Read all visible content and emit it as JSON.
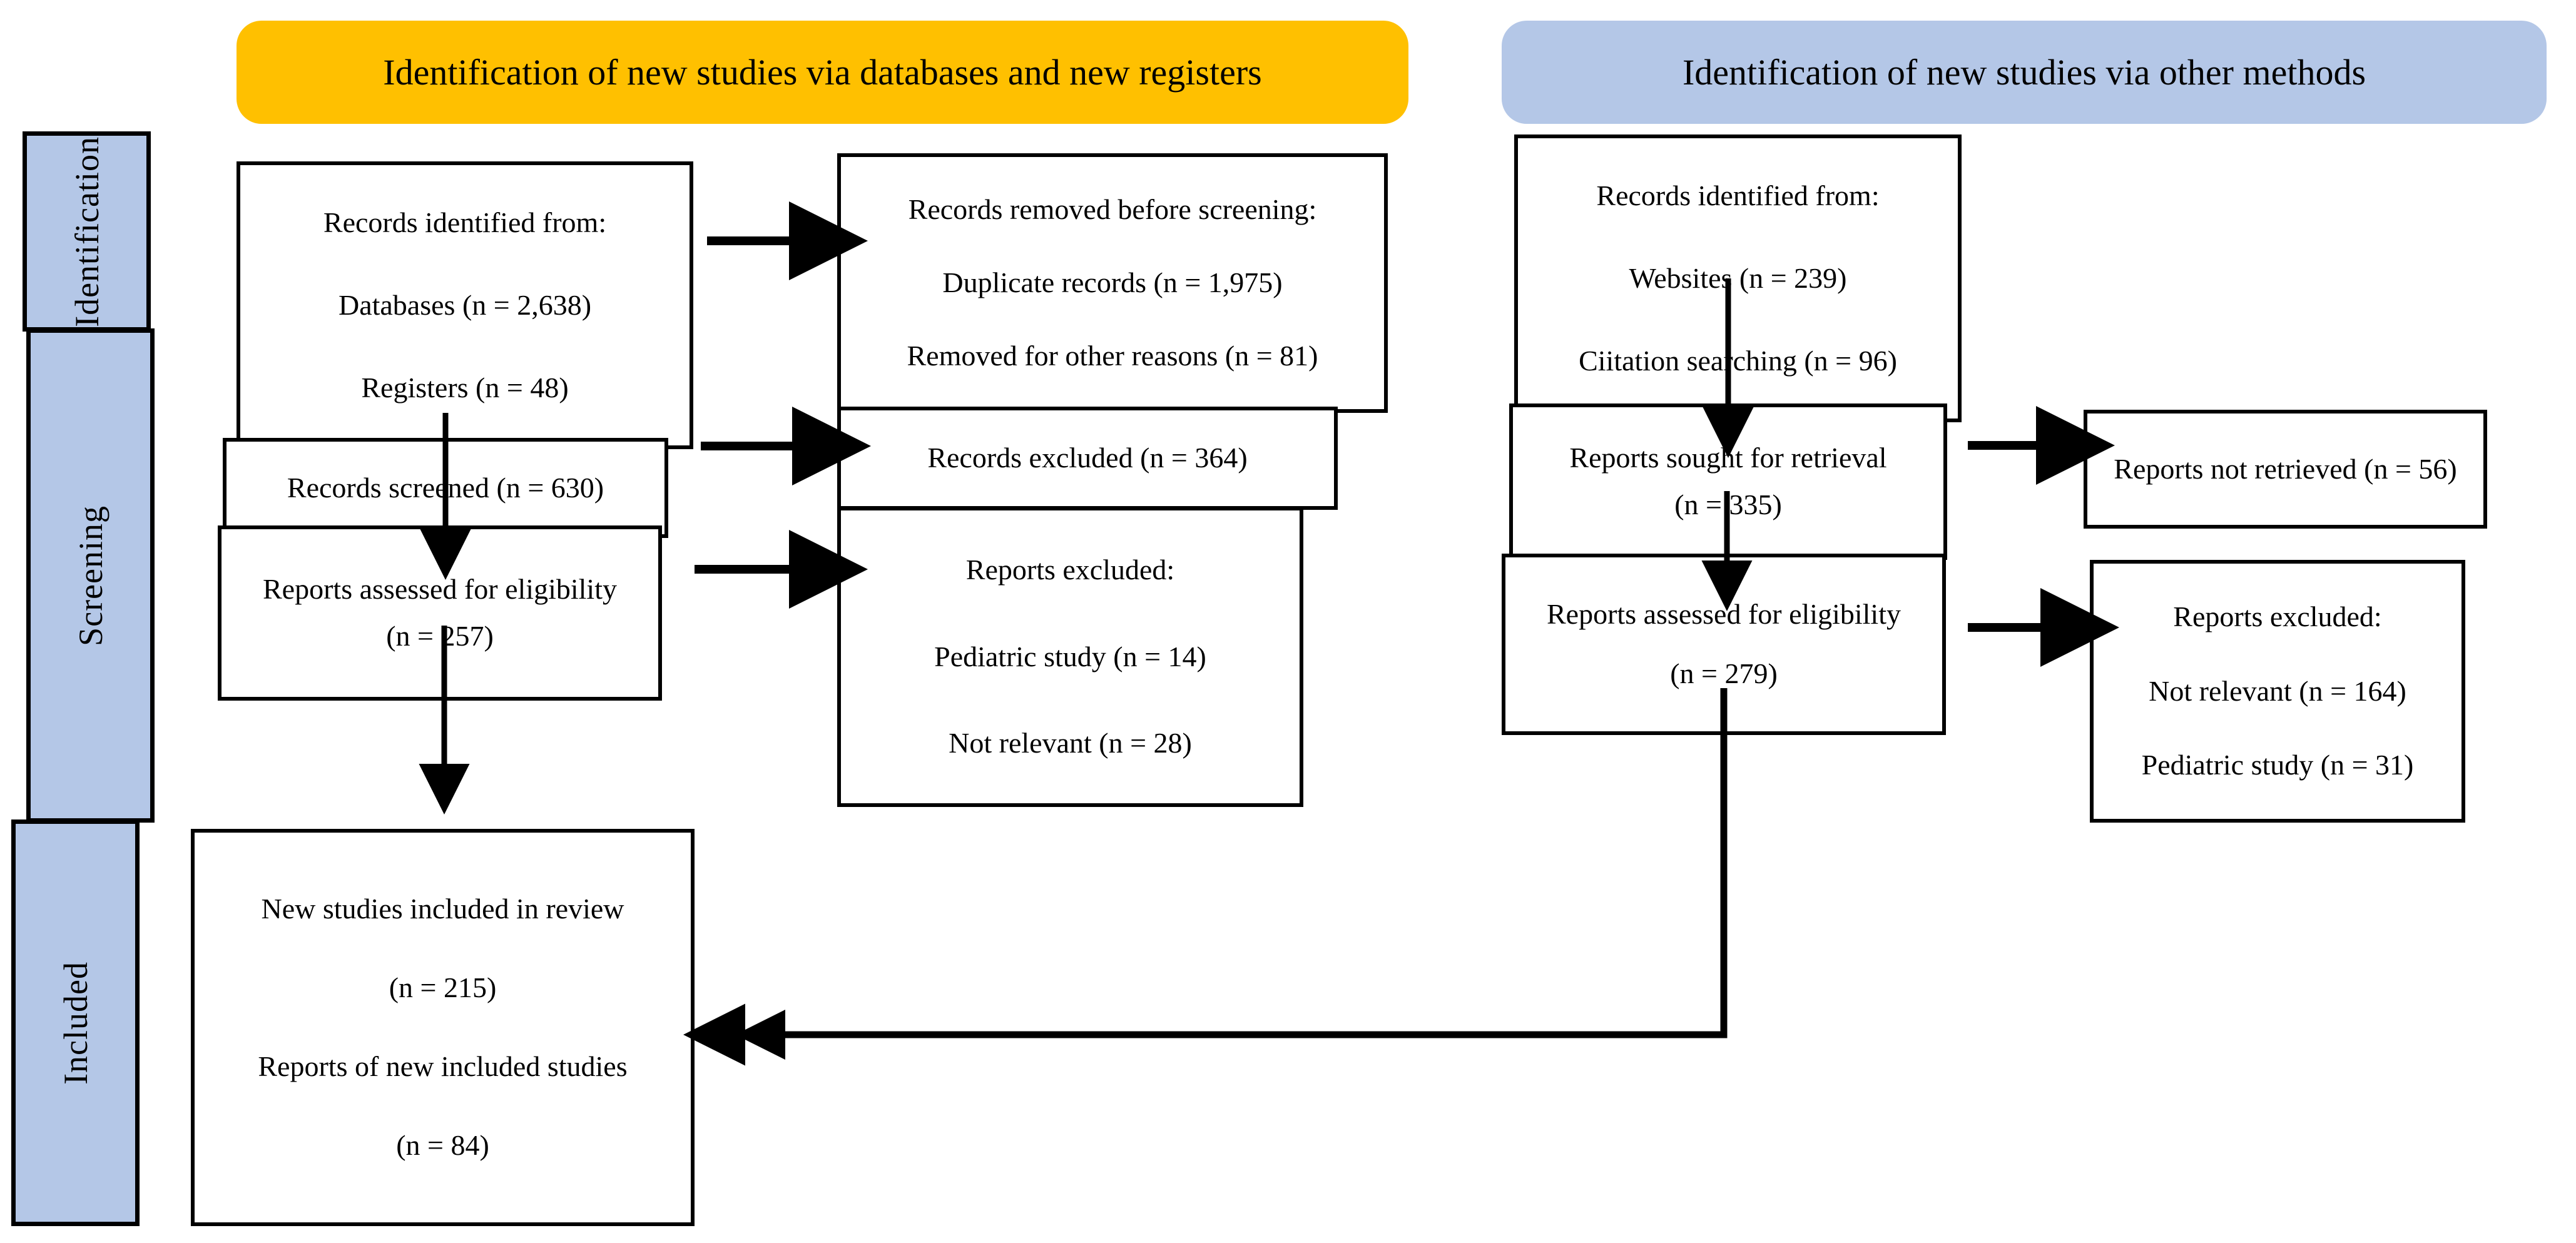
{
  "diagram": {
    "title_orange": "Identification of new studies via databases and new registers",
    "title_blue": "Identification of new studies via other methods",
    "colors": {
      "orange_header": "#FFC000",
      "blue_header": "#B4C7E7",
      "stage_bar": "#B4C7E7",
      "border": "#000000",
      "text": "#000000"
    }
  },
  "stages": [
    {
      "label": "Identification"
    },
    {
      "label": "Screening"
    },
    {
      "label": "Included"
    }
  ],
  "boxes": {
    "db_identified": {
      "lines": [
        "Records identified from:",
        "Databases (n = 2,638)",
        "Registers (n = 48)"
      ]
    },
    "db_removed": {
      "lines": [
        "Records removed before screening:",
        "Duplicate records (n = 1,975)",
        "Removed for other reasons (n = 81)"
      ]
    },
    "db_screened": {
      "lines": [
        "Records screened (n = 630)"
      ]
    },
    "db_records_excluded": {
      "lines": [
        "Records excluded (n = 364)"
      ]
    },
    "db_assessed": {
      "lines": [
        "Reports assessed for eligibility",
        "(n = 257)"
      ]
    },
    "db_reports_excluded": {
      "lines": [
        "Reports excluded:",
        "Pediatric study (n = 14)",
        "Not relevant (n = 28)"
      ]
    },
    "other_identified": {
      "lines": [
        "Records identified from:",
        "Websites (n = 239)",
        "Ciitation searching (n = 96)"
      ]
    },
    "other_sought": {
      "lines": [
        "Reports sought for retrieval",
        "(n = 335)"
      ]
    },
    "other_not_retrieved": {
      "lines": [
        "Reports not retrieved (n = 56)"
      ]
    },
    "other_assessed": {
      "lines": [
        "Reports assessed for eligibility",
        "(n = 279)"
      ]
    },
    "other_reports_excluded": {
      "lines": [
        "Reports excluded:",
        "Not relevant (n = 164)",
        "Pediatric study (n = 31)"
      ]
    },
    "included": {
      "lines": [
        "New studies included in review",
        "(n = 215)",
        "Reports of new included studies",
        "(n = 84)"
      ]
    }
  },
  "chart_data": {
    "type": "diagram",
    "title": "PRISMA 2020 flow diagram for new systematic reviews which included searches of databases, registers and other sources",
    "nodes": [
      {
        "id": "db_identified",
        "label": "Records identified from: Databases (n = 2,638); Registers (n = 48)",
        "column": "databases",
        "stage": "Identification",
        "values": {
          "Databases": 2638,
          "Registers": 48
        }
      },
      {
        "id": "db_removed",
        "label": "Records removed before screening: Duplicate records (n = 1,975); Removed for other reasons (n = 81)",
        "column": "databases-exclusion",
        "stage": "Identification",
        "values": {
          "Duplicate records": 1975,
          "Removed for other reasons": 81
        }
      },
      {
        "id": "db_screened",
        "label": "Records screened (n = 630)",
        "column": "databases",
        "stage": "Screening",
        "values": {
          "n": 630
        }
      },
      {
        "id": "db_records_excluded",
        "label": "Records excluded (n = 364)",
        "column": "databases-exclusion",
        "stage": "Screening",
        "values": {
          "n": 364
        }
      },
      {
        "id": "db_assessed",
        "label": "Reports assessed for eligibility (n = 257)",
        "column": "databases",
        "stage": "Screening",
        "values": {
          "n": 257
        }
      },
      {
        "id": "db_reports_excluded",
        "label": "Reports excluded: Pediatric study (n = 14); Not relevant (n = 28)",
        "column": "databases-exclusion",
        "stage": "Screening",
        "values": {
          "Pediatric study": 14,
          "Not relevant": 28
        }
      },
      {
        "id": "other_identified",
        "label": "Records identified from: Websites (n = 239); Ciitation searching (n = 96)",
        "column": "other",
        "stage": "Identification",
        "values": {
          "Websites": 239,
          "Ciitation searching": 96
        }
      },
      {
        "id": "other_sought",
        "label": "Reports sought for retrieval (n = 335)",
        "column": "other",
        "stage": "Screening",
        "values": {
          "n": 335
        }
      },
      {
        "id": "other_not_retrieved",
        "label": "Reports not retrieved (n = 56)",
        "column": "other-exclusion",
        "stage": "Screening",
        "values": {
          "n": 56
        }
      },
      {
        "id": "other_assessed",
        "label": "Reports assessed for eligibility (n = 279)",
        "column": "other",
        "stage": "Screening",
        "values": {
          "n": 279
        }
      },
      {
        "id": "other_reports_excluded",
        "label": "Reports excluded: Not relevant (n = 164); Pediatric study (n = 31)",
        "column": "other-exclusion",
        "stage": "Screening",
        "values": {
          "Not relevant": 164,
          "Pediatric study": 31
        }
      },
      {
        "id": "included",
        "label": "New studies included in review (n = 215); Reports of new included studies (n = 84)",
        "column": "databases",
        "stage": "Included",
        "values": {
          "New studies included in review": 215,
          "Reports of new included studies": 84
        }
      }
    ],
    "edges": [
      {
        "from": "db_identified",
        "to": "db_removed",
        "direction": "right"
      },
      {
        "from": "db_identified",
        "to": "db_screened",
        "direction": "down"
      },
      {
        "from": "db_screened",
        "to": "db_records_excluded",
        "direction": "right"
      },
      {
        "from": "db_screened",
        "to": "db_assessed",
        "direction": "down"
      },
      {
        "from": "db_assessed",
        "to": "db_reports_excluded",
        "direction": "right"
      },
      {
        "from": "db_assessed",
        "to": "included",
        "direction": "down"
      },
      {
        "from": "other_identified",
        "to": "other_sought",
        "direction": "down"
      },
      {
        "from": "other_sought",
        "to": "other_not_retrieved",
        "direction": "right"
      },
      {
        "from": "other_sought",
        "to": "other_assessed",
        "direction": "down"
      },
      {
        "from": "other_assessed",
        "to": "other_reports_excluded",
        "direction": "right"
      },
      {
        "from": "other_assessed",
        "to": "included",
        "direction": "down-left"
      }
    ]
  }
}
